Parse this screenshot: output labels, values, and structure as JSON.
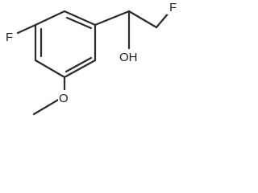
{
  "molecule": {
    "atoms": {
      "ring_fluorine": "F",
      "side_chain_fluorine": "F",
      "hydroxyl": "OH",
      "methoxy_oxygen": "O"
    }
  },
  "colors": {
    "bond": "#2b2b2b",
    "text": "#1f1f1f",
    "background": "#ffffff"
  }
}
